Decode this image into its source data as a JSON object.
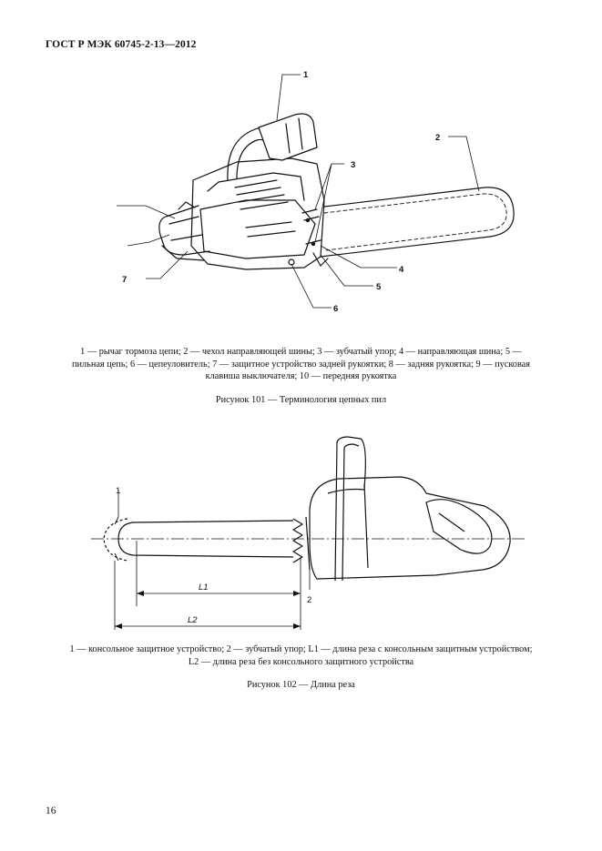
{
  "header": {
    "standard": "ГОСТ Р МЭК 60745-2-13—2012"
  },
  "figure101": {
    "labels": {
      "l1": "1",
      "l2": "2",
      "l3": "3",
      "l4": "4",
      "l5": "5",
      "l6": "6",
      "l7": "7"
    },
    "caption_line1": "1 — рычаг тормоза цепи; 2 — чехол направляющей шины; 3 — зубчатый упор; 4 — направляющая шина; 5 —",
    "caption_line2": "пильная цепь; 6 — цепеуловитель; 7 — защитное устройство задней рукоятки; 8 — задняя рукоятка; 9 — пусковая",
    "caption_line3": "клавиша выключателя; 10 — передняя рукоятка",
    "title": "Рисунок 101 — Терминология цепных пил"
  },
  "figure102": {
    "labels": {
      "l1": "1",
      "l2": "2",
      "L1": "L1",
      "L2": "L2"
    },
    "caption_line1": "1 — консольное защитное устройство; 2 — зубчатый упор; L1 — длина реза с консольным защитным устройством;",
    "caption_line2": "L2 — длина реза без консольного защитного устройства",
    "title": "Рисунок 102 — Длина реза"
  },
  "page_number": "16"
}
